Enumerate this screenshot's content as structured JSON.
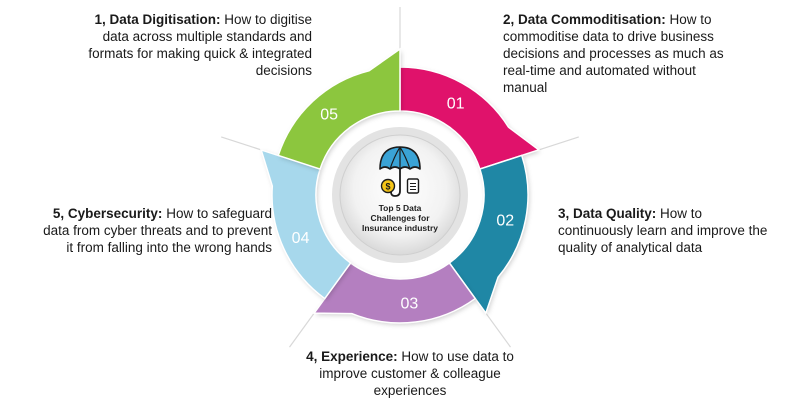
{
  "center": {
    "title_lines": [
      "Top 5 Data",
      "Challenges for",
      "Insurance industry"
    ]
  },
  "segments": [
    {
      "number": "01",
      "color": "#e0126b"
    },
    {
      "number": "02",
      "color": "#1f87a5"
    },
    {
      "number": "03",
      "color": "#b47fc0"
    },
    {
      "number": "04",
      "color": "#a7d8ec"
    },
    {
      "number": "05",
      "color": "#8cc63e"
    }
  ],
  "callouts": {
    "c1": {
      "title": "1, Data Digitisation:",
      "text": " How to digitise data across multiple standards and formats for making quick & integrated decisions"
    },
    "c2": {
      "title": "2, Data Commoditisation:",
      "text": " How to commoditise data to drive business decisions and processes as much as real-time and automated without manual"
    },
    "c3": {
      "title": "3, Data Quality:",
      "text": " How to continuously learn and improve the quality of analytical data"
    },
    "c4": {
      "title": "4, Experience:",
      "text": " How to use data to improve customer & colleague experiences"
    },
    "c5": {
      "title": "5, Cybersecurity:",
      "text": " How to safeguard data from cyber threats and to prevent it from falling into the wrong hands"
    }
  },
  "icons": [
    "umbrella-icon",
    "coin-icon",
    "document-icon"
  ]
}
